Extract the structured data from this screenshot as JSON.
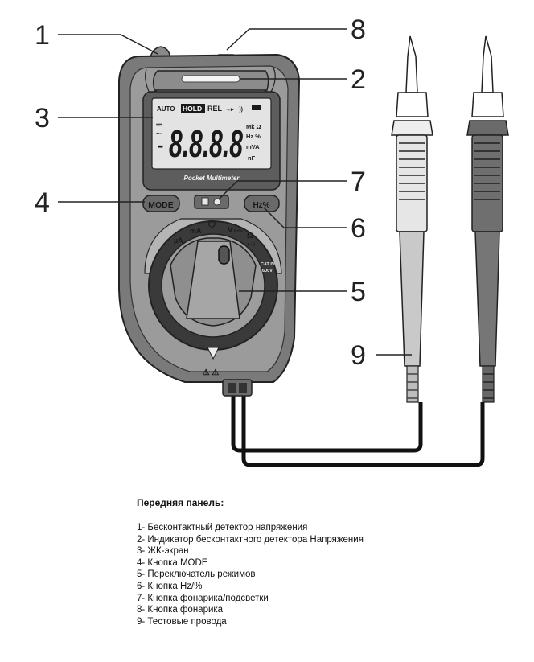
{
  "device": {
    "lcd": {
      "auto": "AUTO",
      "hold": "HOLD",
      "rel": "REL",
      "diode": "→▸",
      "sound": "·))",
      "digits": "8.8.8.8",
      "minus": "-",
      "units_1": "Mk Ω",
      "units_2": "Hz %",
      "units_3": "mVA",
      "units_4": "nF",
      "ac_symbol": "~",
      "dc_symbol": "⎓"
    },
    "brand": "Pocket Multimeter",
    "mode_button": "MODE",
    "hz_button": "Hz%",
    "dial": {
      "ua": "µA",
      "ma": "mA",
      "power": "⏻",
      "v": "V",
      "v_sub": "Hz%",
      "ohm": "Ω",
      "ohm_sub": "→▸ ·))",
      "cat_1": "CAT IV",
      "cat_2": "600V"
    },
    "warning": "⚠ ⚠"
  },
  "callouts": [
    "1",
    "2",
    "3",
    "4",
    "5",
    "6",
    "7",
    "8",
    "9"
  ],
  "legend": {
    "title": "Передняя панель:",
    "items": [
      "1- Бесконтактный детектор напряжения",
      "2- Индикатор бесконтактного детектора Напряжения",
      "3- ЖК-экран",
      "4- Кнопка MODE",
      "5- Переключатель режимов",
      "6- Кнопка Hz/%",
      "7- Кнопка фонарика/подсветки",
      "8- Кнопка фонарика",
      "9- Тестовые провода"
    ]
  }
}
